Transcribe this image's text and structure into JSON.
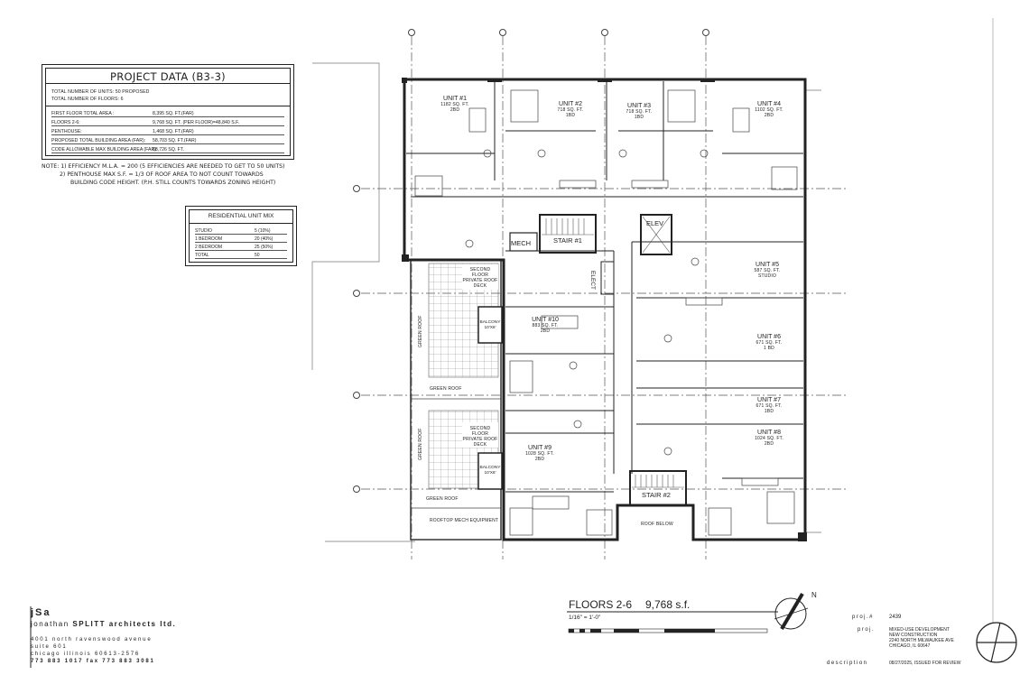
{
  "project_data": {
    "title": "PROJECT DATA (B3-3)",
    "units_line": "TOTAL NUMBER OF UNITS:  50 PROPOSED",
    "floors_line": "TOTAL NUMBER OF FLOORS: 6",
    "rows": [
      {
        "label": "FIRST FLOOR TOTAL AREA :",
        "value": "8,395 SQ. FT.(FAR)"
      },
      {
        "label": "FLOORS 2-6:",
        "value": "9,768 SQ. FT. (PER FLOOR)=48,840 S.F."
      },
      {
        "label": "PENTHOUSE:",
        "value": "1,468 SQ. FT.(FAR)"
      },
      {
        "label": "PROPOSED TOTAL BUILDING AREA (FAR):",
        "value": "58,703 SQ. FT.(FAR)"
      },
      {
        "label": "CODE ALLOWABLE MAX BUILDING AREA (FAR):",
        "value": "58,726 SQ. FT."
      }
    ],
    "notes": [
      "NOTE: 1) EFFICIENCY M.L.A. = 200 (5 EFFICIENCIES ARE NEEDED TO GET TO 50 UNITS)",
      "2) PENTHOUSE MAX S.F. = 1/3 OF ROOF AREA TO NOT COUNT TOWARDS",
      "BUILDING CODE HEIGHT. (P.H. STILL COUNTS TOWARDS ZONING HEIGHT)"
    ]
  },
  "unit_mix": {
    "title": "RESIDENTIAL UNIT MIX",
    "rows": [
      {
        "label": "STUDIO",
        "value": "5  (10%)"
      },
      {
        "label": "1 BEDROOM",
        "value": "20  (40%)"
      },
      {
        "label": "2 BEDROOM",
        "value": "25  (50%)"
      },
      {
        "label": "TOTAL",
        "value": "50"
      }
    ]
  },
  "plan": {
    "units": [
      {
        "name": "UNIT #1",
        "area": "1182 SQ. FT.",
        "type": "2BD"
      },
      {
        "name": "UNIT #2",
        "area": "718 SQ. FT.",
        "type": "1BD"
      },
      {
        "name": "UNIT #3",
        "area": "718 SQ. FT.",
        "type": "1BD"
      },
      {
        "name": "UNIT #4",
        "area": "1102 SQ. FT.",
        "type": "2BD"
      },
      {
        "name": "UNIT #5",
        "area": "587 SQ. FT.",
        "type": "STUDIO"
      },
      {
        "name": "UNIT #6",
        "area": "671 SQ. FT.",
        "type": "1 BD"
      },
      {
        "name": "UNIT #7",
        "area": "671 SQ. FT.",
        "type": "1BD"
      },
      {
        "name": "UNIT #8",
        "area": "1024 SQ. FT.",
        "type": "2BD"
      },
      {
        "name": "UNIT #9",
        "area": "1028 SQ. FT.",
        "type": "2BD"
      },
      {
        "name": "UNIT #10",
        "area": "883 SQ. FT.",
        "type": "2BD"
      }
    ],
    "labels": {
      "mech": "MECH",
      "stair1": "STAIR #1",
      "stair2": "STAIR #2",
      "elev": "ELEV",
      "elect": "ELECT",
      "green_roof": "GREEN ROOF",
      "deck": "SECOND FLOOR PRIVATE ROOF DECK",
      "balcony": "BALCONY",
      "balcony_size": "10'X6'",
      "rooftop_mech": "ROOFTOP MECH EQUIPMENT",
      "roof_below": "ROOF BELOW"
    }
  },
  "title_block": {
    "logo": "jSa",
    "firm_prefix": "jonathan ",
    "firm_bold": "SPLITT architects ltd.",
    "address1": "4001 north ravenswood avenue",
    "address2": "suite 601",
    "address3": "chicago illinois 60613-2576",
    "phone": "773 883 1017 fax 773 883 3081",
    "drawing_title": "FLOORS 2-6",
    "drawing_area": "9,768 s.f.",
    "scale": "1/16\" = 1'-0\"",
    "north": "N",
    "proj_no_label": "proj.#",
    "proj_no": "2439",
    "proj_label": "proj.",
    "proj_lines": [
      "MIXED-USE DEVELOPMENT",
      "NEW CONSTRUCTION",
      "2240 NORTH MILWAUKEE AVE",
      "CHICAGO, IL 60647"
    ],
    "description_label": "description",
    "description": "08/27/2025, ISSUED FOR REVIEW"
  }
}
